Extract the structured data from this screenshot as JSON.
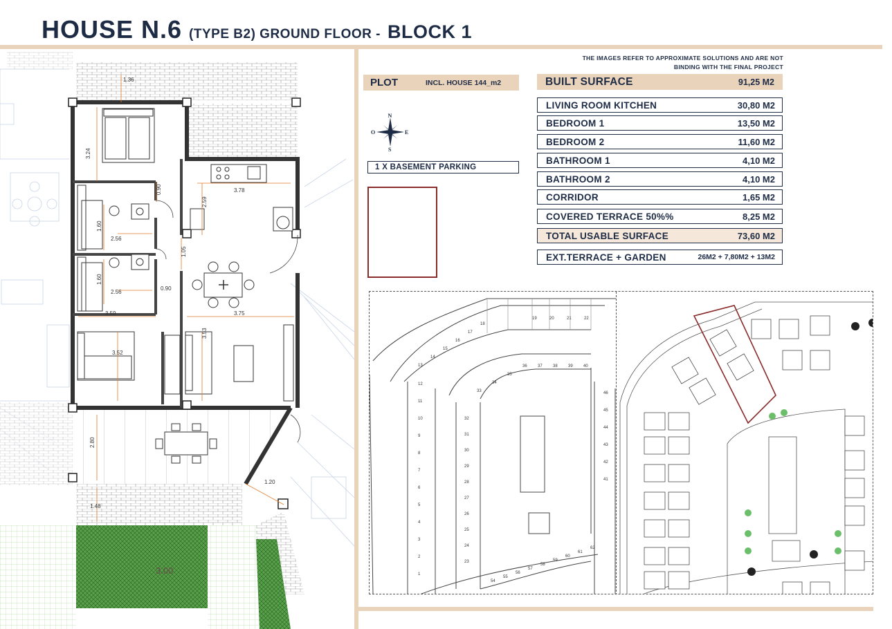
{
  "header": {
    "title_main": "HOUSE N.6",
    "title_type": "(TYPE B2) GROUND FLOOR -",
    "title_block": "BLOCK 1"
  },
  "disclaimer": {
    "line1": "THE IMAGES REFER TO APPROXIMATE SOLUTIONS AND ARE NOT",
    "line2": "BINDING WITH THE FINAL PROJECT"
  },
  "plot": {
    "label": "PLOT",
    "included": "INCL. HOUSE  144_m2",
    "parking": "1 X BASEMENT PARKING"
  },
  "compass": {
    "n": "N",
    "s": "S",
    "e": "E",
    "o": "O"
  },
  "built_surface": {
    "label": "BUILT SURFACE",
    "value": "91,25 M2"
  },
  "rooms": [
    {
      "label": "LIVING ROOM KITCHEN",
      "value": "30,80 M2"
    },
    {
      "label": "BEDROOM 1",
      "value": "13,50 M2"
    },
    {
      "label": "BEDROOM 2",
      "value": "11,60 M2"
    },
    {
      "label": "BATHROOM 1",
      "value": "4,10 M2"
    },
    {
      "label": "BATHROOM 2",
      "value": "4,10 M2"
    },
    {
      "label": "CORRIDOR",
      "value": "1,65 M2"
    },
    {
      "label": "COVERED TERRACE 50%%",
      "value": "8,25 M2"
    }
  ],
  "total_usable": {
    "label": "TOTAL USABLE SURFACE",
    "value": "73,60 M2"
  },
  "ext_terrace": {
    "label": "EXT.TERRACE + GARDEN",
    "value": "26M2 + 7,80M2 + 13M2"
  },
  "plan_dimensions": {
    "d1": "1.36",
    "d2": "3.24",
    "d3": "0.90",
    "d4": "3.78",
    "d5": "2.59",
    "d6": "1.60",
    "d7": "2.56",
    "d8": "1.05",
    "d9": "1.60",
    "d10": "2.56",
    "d11": "0.90",
    "d12": "3.59",
    "d13": "3.75",
    "d14": "3.52",
    "d15": "3.53",
    "d16": "2.80",
    "d17": "1.20",
    "d18": "1.48",
    "d19": "3.00"
  },
  "parking_numbers": {
    "top": [
      "19",
      "20",
      "21",
      "22"
    ],
    "diag": [
      "13",
      "14",
      "15",
      "16",
      "17",
      "18"
    ],
    "mid": [
      "33",
      "34",
      "35",
      "36",
      "37",
      "38",
      "39",
      "40"
    ],
    "left": [
      "12",
      "11",
      "10",
      "9",
      "8",
      "7",
      "6",
      "5",
      "4",
      "3",
      "2",
      "1"
    ],
    "inner": [
      "32",
      "31",
      "30",
      "29",
      "28",
      "27",
      "26",
      "25",
      "24",
      "23"
    ],
    "right": [
      "46",
      "45",
      "44",
      "43",
      "42",
      "41"
    ],
    "bottom": [
      "54",
      "55",
      "56",
      "57",
      "58",
      "59",
      "60",
      "61",
      "62"
    ]
  }
}
